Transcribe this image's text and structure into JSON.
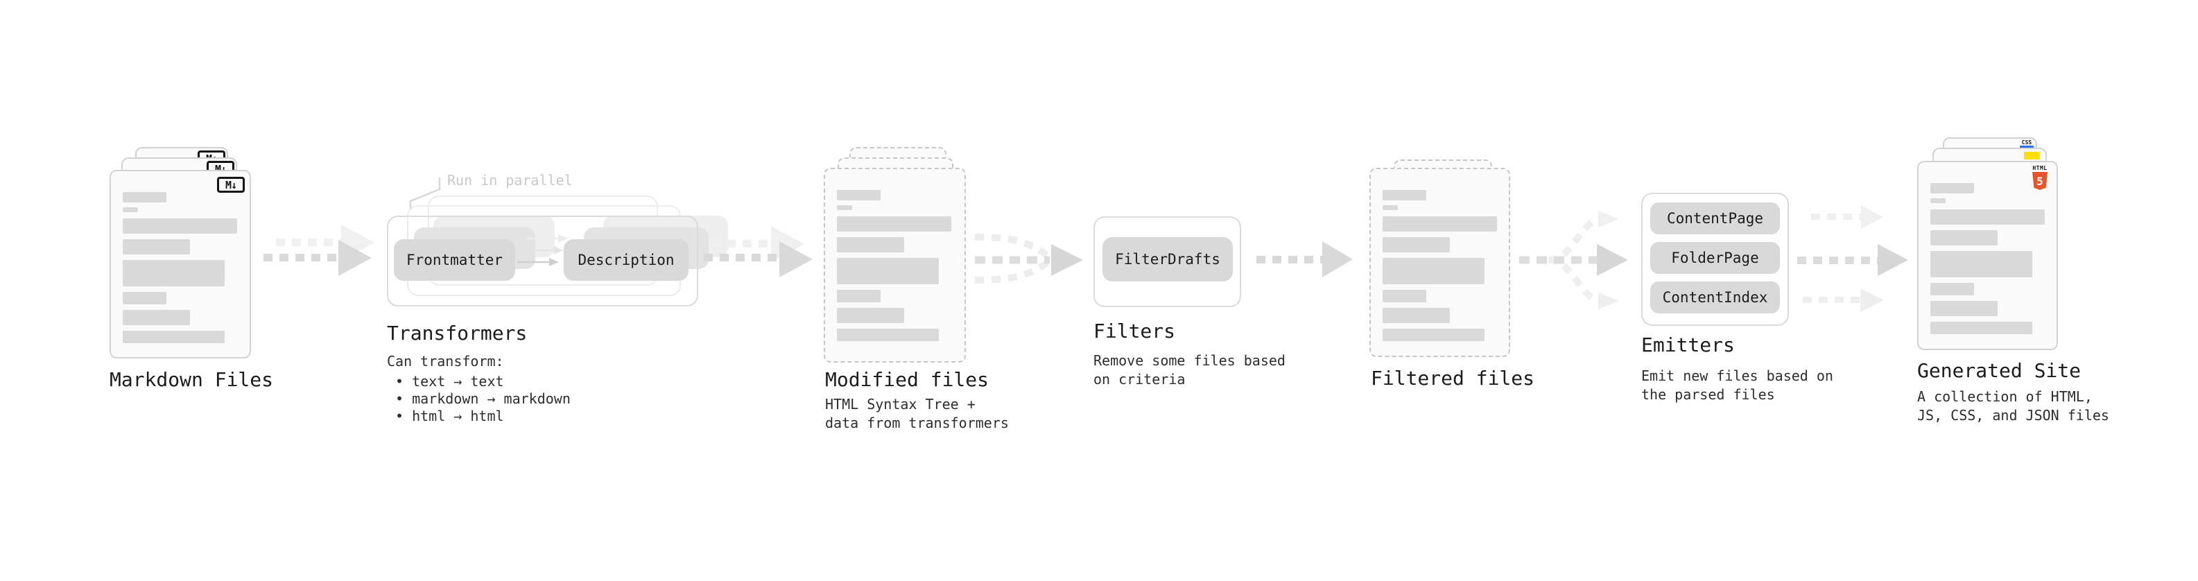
{
  "diagram": {
    "stages": {
      "markdown": {
        "label": "Markdown Files",
        "badge": "M↓"
      },
      "transformers": {
        "label": "Transformers",
        "callout": "Run in parallel",
        "pill_left": "Frontmatter",
        "pill_right": "Description",
        "desc_title": "Can transform:",
        "bullet_1": "• text → text",
        "bullet_2": "• markdown → markdown",
        "bullet_3": "• html → html"
      },
      "modified": {
        "label": "Modified files",
        "desc_line1": "HTML Syntax Tree +",
        "desc_line2": "data from transformers"
      },
      "filters": {
        "label": "Filters",
        "pill": "FilterDrafts",
        "desc_line1": "Remove some files based",
        "desc_line2": "on criteria"
      },
      "filtered": {
        "label": "Filtered files"
      },
      "emitters": {
        "label": "Emitters",
        "pill_1": "ContentPage",
        "pill_2": "FolderPage",
        "pill_3": "ContentIndex",
        "desc_line1": "Emit new files based on",
        "desc_line2": "the parsed files"
      },
      "generated": {
        "label": "Generated Site",
        "desc_line1": "A collection of HTML,",
        "desc_line2": "JS, CSS, and JSON files",
        "badge_html_caption": "HTML",
        "badge_html_number": "5",
        "badge_css": "CSS"
      }
    },
    "colors": {
      "html5_orange": "#e8532c",
      "js_yellow": "#ffdf00",
      "css_blue": "#2f6bf0",
      "arrow_strong": "#d9d9d9",
      "arrow_faint": "#f0f0f0"
    }
  }
}
